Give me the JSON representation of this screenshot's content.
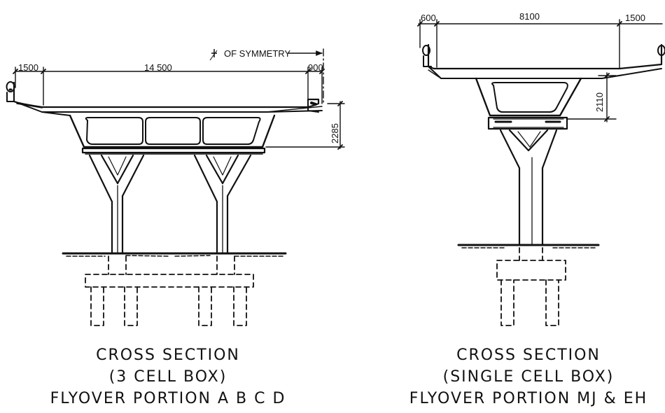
{
  "left_section": {
    "dims": {
      "left_overhang": "1500",
      "deck_width": "14 500",
      "right_overhang": "900",
      "depth": "2285",
      "symmetry_label": "OF SYMMETRY"
    },
    "caption": {
      "line1": "CROSS  SECTION",
      "line2": "(3 CELL BOX)",
      "line3": "FLYOVER  PORTION  A B C D"
    }
  },
  "right_section": {
    "dims": {
      "left_overhang": "600",
      "deck_width": "8100",
      "right_overhang": "1500",
      "depth": "2110"
    },
    "caption": {
      "line1": "CROSS  SECTION",
      "line2": "(SINGLE CELL BOX)",
      "line3": "FLYOVER  PORTION  MJ & EH"
    }
  }
}
